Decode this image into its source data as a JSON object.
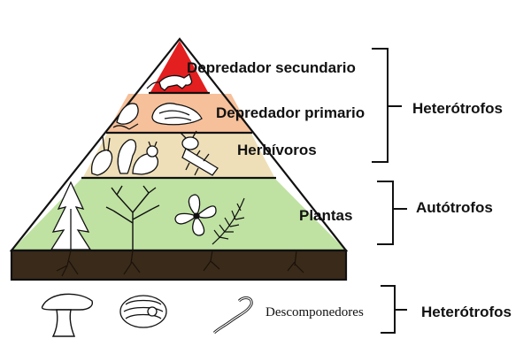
{
  "pyramid": {
    "levels": [
      {
        "label": "Depredador secundario",
        "color": "#e31f1f",
        "icons": [
          "fox-icon"
        ]
      },
      {
        "label": "Depredador primario",
        "color": "#f6c09a",
        "icons": [
          "frog-icon",
          "bird-icon"
        ]
      },
      {
        "label": "Herbívoros",
        "color": "#efdfb8",
        "icons": [
          "rabbit-icon",
          "squirrel-icon",
          "beetle-icon"
        ]
      },
      {
        "label": "Plantas",
        "color": "#bfe2a2",
        "icons": [
          "fir-tree-icon",
          "bare-tree-icon",
          "flower-icon",
          "fern-icon"
        ]
      }
    ],
    "soil": {
      "color": "#3a2a1a",
      "icons": [
        "roots-icon"
      ]
    }
  },
  "decomposers": {
    "label": "Descomponedores",
    "icons": [
      "mushroom-icon",
      "pillbug-icon",
      "worm-icon"
    ]
  },
  "groups": [
    {
      "label": "Heterótrofos"
    },
    {
      "label": "Autótrofos"
    },
    {
      "label": "Heterótrofos"
    }
  ],
  "colors": {
    "outline": "#111111",
    "bracket": "#111111"
  }
}
